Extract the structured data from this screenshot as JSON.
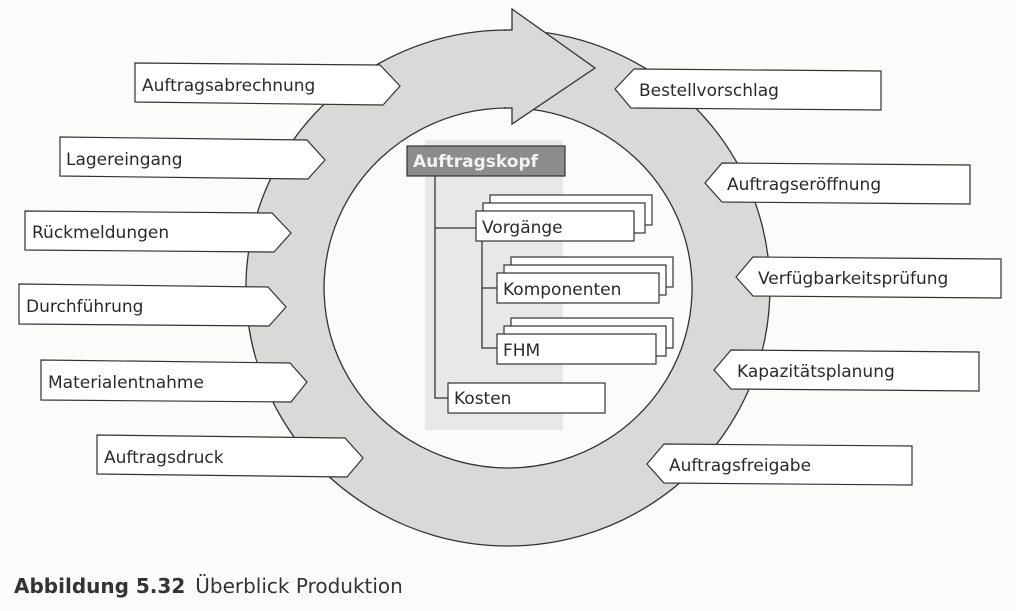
{
  "caption": {
    "number": "Abbildung 5.32",
    "title": "Überblick Produktion"
  },
  "colors": {
    "ring": "#d9d9d8",
    "header": "#8c8c8c",
    "panel": "#e6e9e8",
    "stroke": "#333333",
    "box": "#ffffff"
  },
  "left_steps": [
    "Auftragsabrechnung",
    "Lagereingang",
    "Rückmeldungen",
    "Durchführung",
    "Materialentnahme",
    "Auftragsdruck"
  ],
  "right_steps": [
    "Bestellvorschlag",
    "Auftragseröffnung",
    "Verfügbarkeitsprüfung",
    "Kapazitätsplanung",
    "Auftragsfreigabe"
  ],
  "order_structure": {
    "header": "Auftragskopf",
    "operations": "Vorgänge",
    "components": "Komponenten",
    "prt": "FHM",
    "costs": "Kosten"
  }
}
